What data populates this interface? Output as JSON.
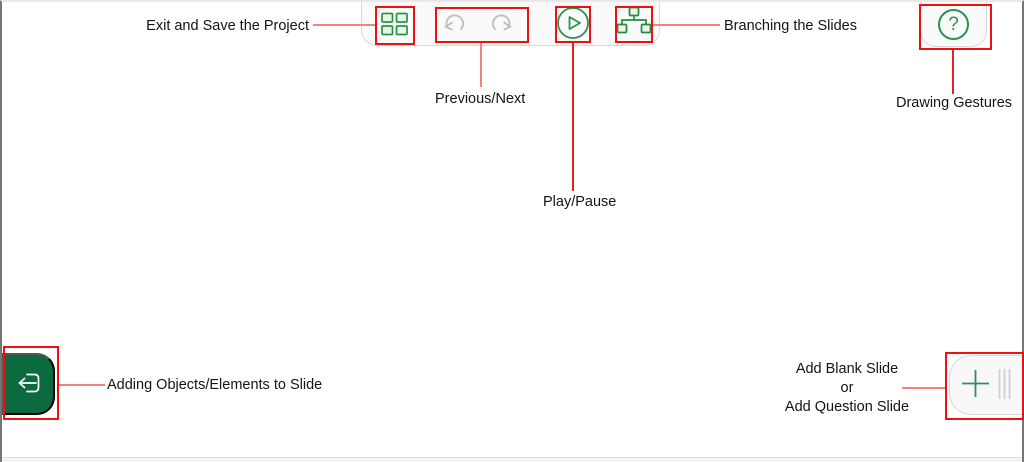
{
  "page": {
    "description": "Annotated tutorial screenshot of a whiteboard presentation app with callouts"
  },
  "colors": {
    "accent_green": "#2e9150",
    "dark_green_button": "#0c6b3e",
    "highlight_red": "#ee1111",
    "callout_line_salmon": "#f2837d",
    "callout_line_red": "#e62121",
    "disabled_arrow_gray": "#bcbcbc",
    "toolbar_bg": "#fafafa"
  },
  "icons": [
    "grid-icon",
    "undo-icon",
    "redo-icon",
    "play-icon",
    "branch-icon",
    "help-icon",
    "exit-arrow-icon",
    "plus-icon",
    "drag-bars-icon"
  ],
  "help": {
    "glyph": "?"
  },
  "annotations": {
    "exit_save": "Exit and Save the Project",
    "prev_next": "Previous/Next",
    "play_pause": "Play/Pause",
    "branching": "Branching the Slides",
    "drawing_gestures": "Drawing Gestures",
    "add_objects": "Adding Objects/Elements to Slide",
    "add_slide_line1": "Add Blank Slide",
    "add_slide_line2": "or",
    "add_slide_line3": "Add Question Slide"
  }
}
